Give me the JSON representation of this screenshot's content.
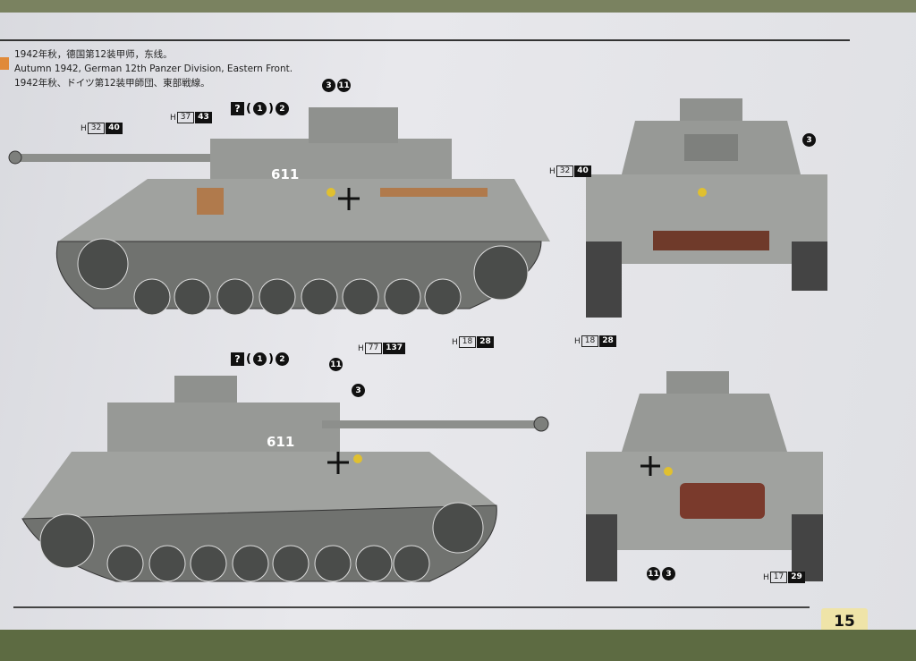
{
  "caption": {
    "zh": "1942年秋，德国第12装甲师，东线。",
    "en": "Autumn 1942, German 12th Panzer Division, Eastern Front.",
    "ja": "1942年秋、ドイツ第12装甲師団、東部戦線。"
  },
  "tank_number": "611",
  "paint_codes": {
    "gun_barrel": {
      "prefix": "H",
      "a": "32",
      "b": "40"
    },
    "stowage": {
      "prefix": "H",
      "a": "37",
      "b": "43"
    },
    "tracks": {
      "prefix": "H",
      "a": "77",
      "b": "137"
    },
    "wheels": {
      "prefix": "H",
      "a": "18",
      "b": "28"
    },
    "front_barrel": {
      "prefix": "H",
      "a": "32",
      "b": "40"
    },
    "front_tracks": {
      "prefix": "H",
      "a": "18",
      "b": "28"
    },
    "muffler": {
      "prefix": "H",
      "a": "17",
      "b": "29"
    }
  },
  "decals": {
    "unknown": "?",
    "d1": "1",
    "d2": "2",
    "d3": "3",
    "d11": "11"
  },
  "page_number": "15"
}
